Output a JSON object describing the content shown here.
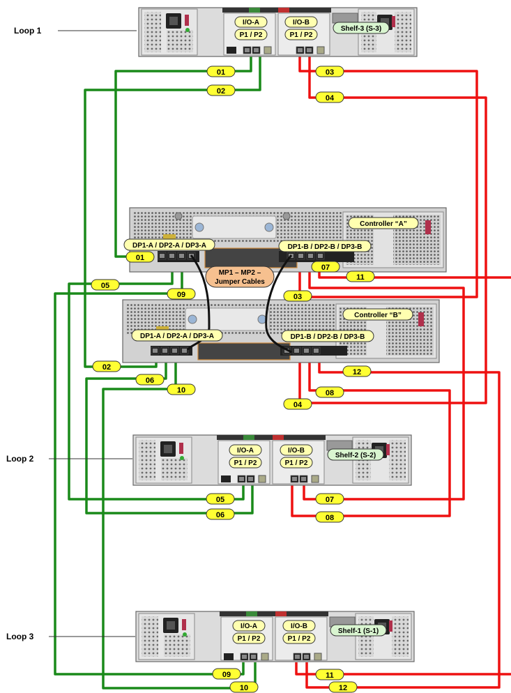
{
  "loops": {
    "loop1": "Loop 1",
    "loop2": "Loop 2",
    "loop3": "Loop 3"
  },
  "shelves": {
    "shelf3": {
      "name": "Shelf-3 (S-3)",
      "io_a": "I/O-A",
      "io_b": "I/O-B",
      "ports_a": "P1 / P2",
      "ports_b": "P1 / P2"
    },
    "shelf2": {
      "name": "Shelf-2 (S-2)",
      "io_a": "I/O-A",
      "io_b": "I/O-B",
      "ports_a": "P1 / P2",
      "ports_b": "P1 / P2"
    },
    "shelf1": {
      "name": "Shelf-1 (S-1)",
      "io_a": "I/O-A",
      "io_b": "I/O-B",
      "ports_a": "P1 / P2",
      "ports_b": "P1 / P2"
    }
  },
  "controllers": {
    "a": {
      "name": "Controller “A”",
      "dp_a": "DP1-A / DP2-A / DP3-A",
      "dp_b": "DP1-B / DP2-B / DP3-B"
    },
    "b": {
      "name": "Controller “B”",
      "dp_a": "DP1-A / DP2-A / DP3-A",
      "dp_b": "DP1-B / DP2-B / DP3-B"
    }
  },
  "jumper": {
    "line1": "MP1 – MP2 –",
    "line2": "Jumper Cables"
  },
  "cables": [
    "01",
    "02",
    "03",
    "04",
    "05",
    "06",
    "07",
    "08",
    "09",
    "10",
    "11",
    "12"
  ],
  "colors": {
    "green": "#1a8a1a",
    "red": "#ee1111",
    "tag": "#ffff33",
    "black": "#111111",
    "jumper": "#f6c08f"
  }
}
